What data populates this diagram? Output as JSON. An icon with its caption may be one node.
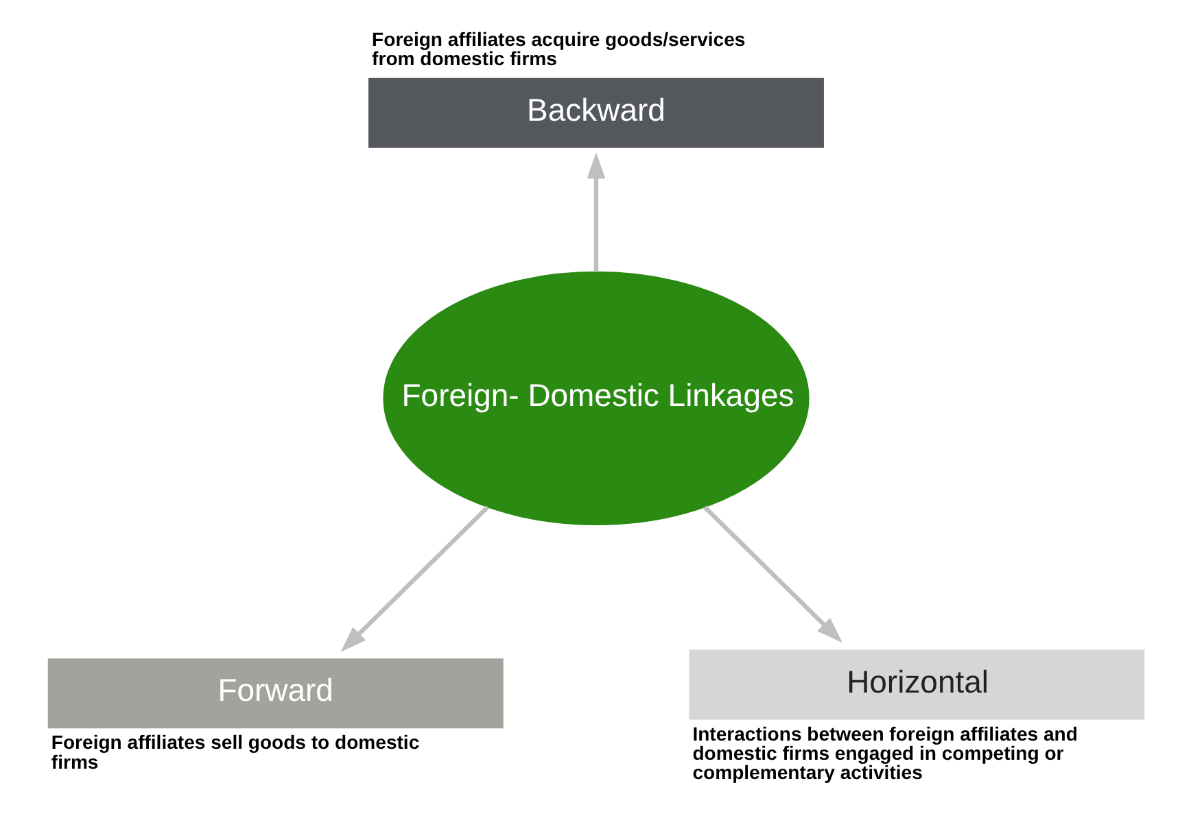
{
  "diagram": {
    "nodes": [
      {
        "text": [
          "Foreign- Domestic Linkages"
        ]
      },
      {
        "text": [
          "Backward"
        ],
        "beside": [
          "Foreign affiliates acquire goods/services from domestic firms"
        ]
      },
      {
        "text": [
          "Forward"
        ],
        "beside": [
          "Foreign affiliates sell goods to domestic firms"
        ]
      },
      {
        "text": [
          "Horizontal"
        ],
        "beside": [
          "Interactions between foreign affiliates and domestic firms engaged in competing or complementary activities"
        ]
      }
    ],
    "edges": [
      {
        "from": 0,
        "to": 1,
        "arrow": "to"
      },
      {
        "from": 0,
        "to": 2,
        "arrow": "to"
      },
      {
        "from": 0,
        "to": 3,
        "arrow": "to"
      }
    ]
  }
}
